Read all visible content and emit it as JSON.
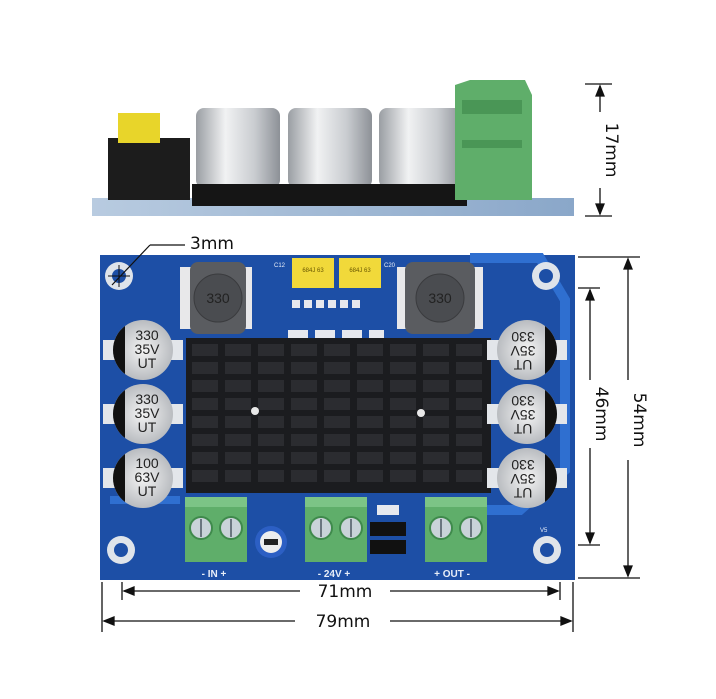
{
  "dimensions": {
    "height": "17mm",
    "hole": "3mm",
    "inner_height": "46mm",
    "outer_height": "54mm",
    "inner_width": "71mm",
    "outer_width": "79mm"
  },
  "components": {
    "inductor_label": "330",
    "film_cap_label": "684J 63",
    "caps_left": [
      {
        "l1": "330",
        "l2": "35V",
        "l3": "UT"
      },
      {
        "l1": "330",
        "l2": "35V",
        "l3": "UT"
      },
      {
        "l1": "100",
        "l2": "63V",
        "l3": "UT"
      }
    ],
    "caps_right": [
      {
        "l1": "330",
        "l2": "35V",
        "l3": "UT"
      },
      {
        "l1": "330",
        "l2": "35V",
        "l3": "UT"
      },
      {
        "l1": "330",
        "l2": "35V",
        "l3": "UT"
      }
    ]
  },
  "silkscreen": {
    "in": "-  IN  +",
    "power": "-  24V  +",
    "out": "+  OUT  -",
    "c12": "C12",
    "c20": "C20",
    "v5": "V5"
  },
  "colors": {
    "pcb": "#1d4fa6",
    "heatsink": "#1b1c1f",
    "terminal": "#5fae6a",
    "film_cap": "#f1d93a"
  }
}
